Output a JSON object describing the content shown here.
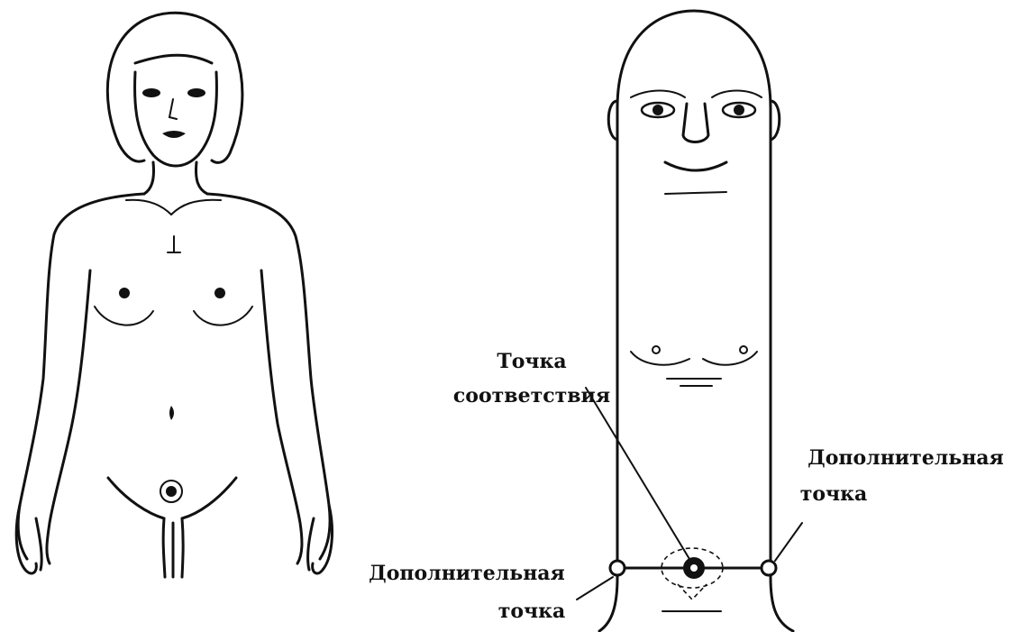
{
  "labels": {
    "correspondence_point_line1": "Точка",
    "correspondence_point_line2": "соответствия",
    "additional_point_right_line1": "Дополнительная",
    "additional_point_right_line2": "точка",
    "additional_point_left_line1": "Дополнительная",
    "additional_point_left_line2": "точка"
  },
  "colors": {
    "ink": "#111111",
    "background": "#ffffff"
  }
}
